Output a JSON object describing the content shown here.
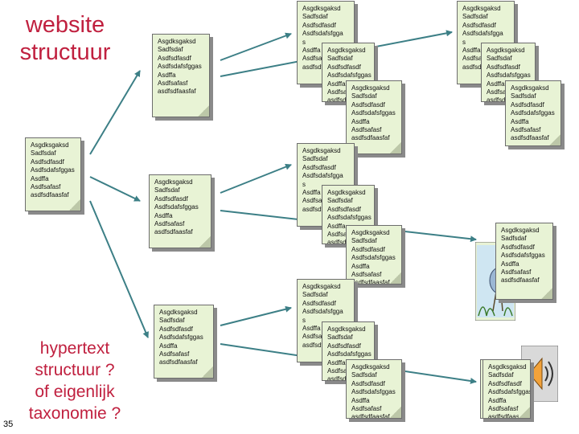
{
  "slide": {
    "title_top": [
      "website",
      "structuur"
    ],
    "title_bottom": [
      "hypertext",
      "structuur ?",
      "of eigenlijk",
      "taxonomie ?"
    ],
    "page_number": "35"
  },
  "document_text": [
    "Asgdksgaksd",
    "Sadfsdaf",
    "Asdfsdfasdf",
    "Asdfsdafsfggas",
    "Asdffa",
    "Asdfsafasf",
    "asdfsdfaasfaf"
  ],
  "document_text_wrapped": [
    "Asgdksgaksd",
    "Sadfsdaf",
    "Asdfsdfasdf",
    "Asdfsdafsfgga",
    "s",
    "Asdffa",
    "Asdfsafasf",
    "asdfsdfaasfaf"
  ],
  "colors": {
    "title": "#c0203f",
    "page_fill": "#e8f3d5",
    "page_border": "#6d6d6d",
    "page_shadow": "#8a8a8a",
    "arrow": "#3c7f86"
  },
  "icons": [
    "heron-picture-icon",
    "speaker-sound-icon"
  ]
}
